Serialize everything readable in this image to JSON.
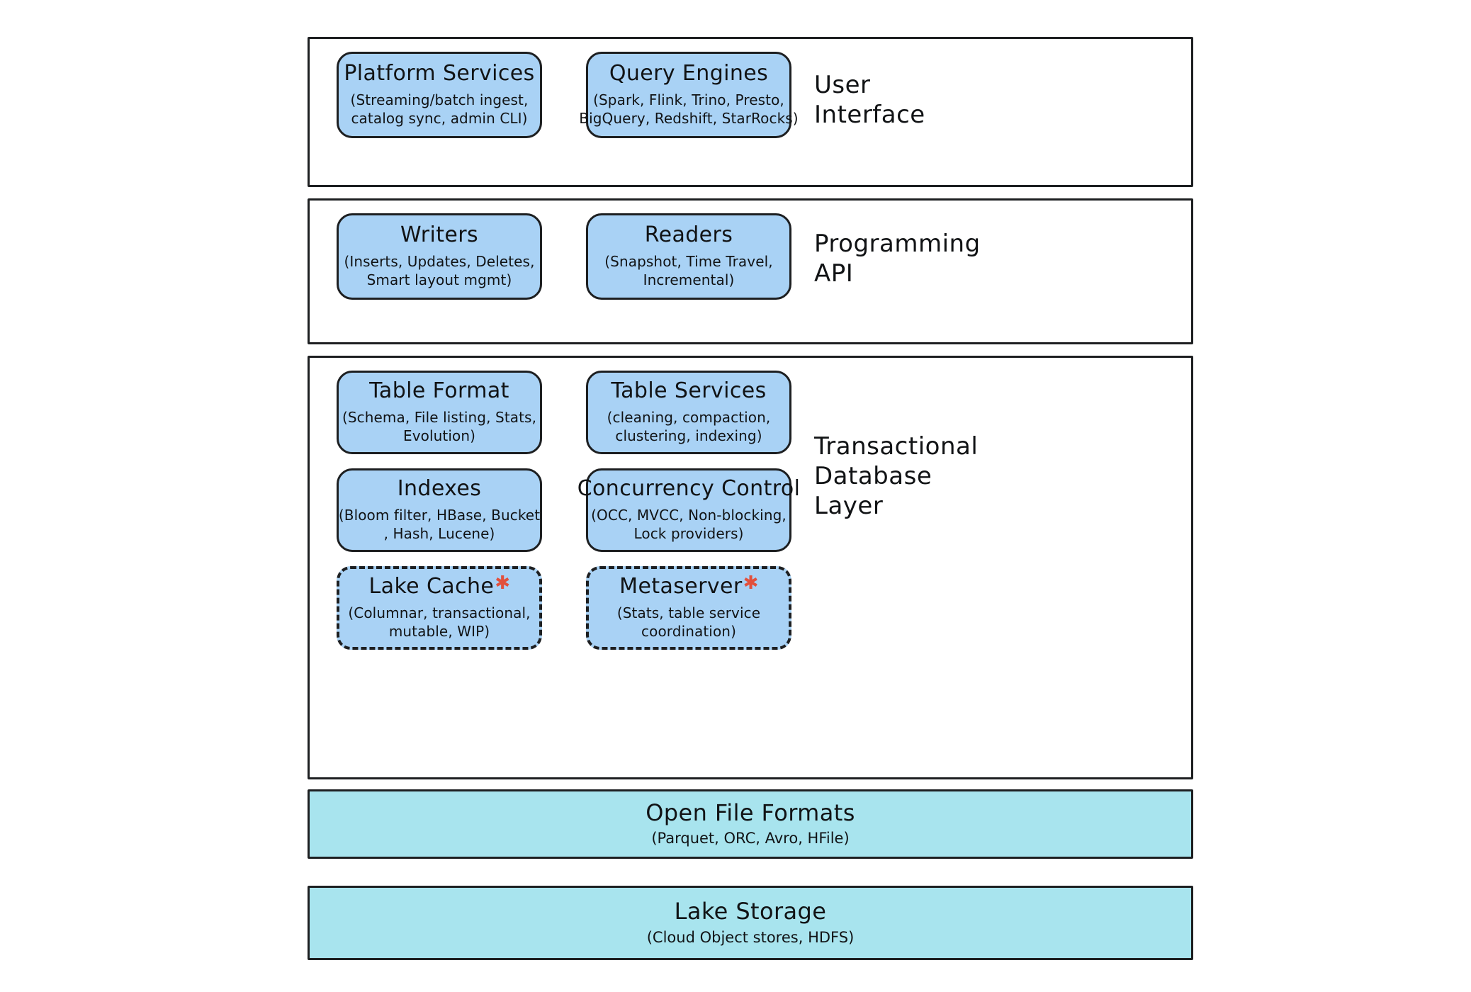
{
  "diagram": {
    "title": "Lakehouse architecture stack",
    "colors": {
      "node_fill": "#a9d2f5",
      "bar_fill": "#a8e4ee",
      "stroke": "#1d1f21",
      "accent_star": "#e2503c"
    },
    "layers": [
      {
        "id": "user-interface",
        "caption": "User\nInterface",
        "nodes": [
          {
            "id": "platform-services",
            "title": "Platform Services",
            "subtitle": "(Streaming/batch ingest,\ncatalog sync, admin CLI)",
            "dashed": false,
            "starred": false
          },
          {
            "id": "query-engines",
            "title": "Query Engines",
            "subtitle": "(Spark, Flink, Trino, Presto,\nBigQuery, Redshift, StarRocks)",
            "dashed": false,
            "starred": false
          }
        ]
      },
      {
        "id": "programming-api",
        "caption": "Programming\nAPI",
        "nodes": [
          {
            "id": "writers",
            "title": "Writers",
            "subtitle": "(Inserts, Updates, Deletes,\nSmart layout mgmt)",
            "dashed": false,
            "starred": false
          },
          {
            "id": "readers",
            "title": "Readers",
            "subtitle": "(Snapshot, Time Travel,\nIncremental)",
            "dashed": false,
            "starred": false
          }
        ]
      },
      {
        "id": "transactional-database-layer",
        "caption": "Transactional\nDatabase\nLayer",
        "nodes": [
          {
            "id": "table-format",
            "title": "Table Format",
            "subtitle": "(Schema, File listing, Stats,\nEvolution)",
            "dashed": false,
            "starred": false
          },
          {
            "id": "table-services",
            "title": "Table Services",
            "subtitle": "(cleaning, compaction,\nclustering, indexing)",
            "dashed": false,
            "starred": false
          },
          {
            "id": "indexes",
            "title": "Indexes",
            "subtitle": "(Bloom filter, HBase, Bucket\n, Hash, Lucene)",
            "dashed": false,
            "starred": false
          },
          {
            "id": "concurrency-control",
            "title": "Concurrency Control",
            "subtitle": "(OCC, MVCC, Non-blocking,\nLock providers)",
            "dashed": false,
            "starred": false
          },
          {
            "id": "lake-cache",
            "title": "Lake Cache",
            "subtitle": "(Columnar, transactional,\nmutable, WIP)",
            "dashed": true,
            "starred": true,
            "star": "✱"
          },
          {
            "id": "metaserver",
            "title": "Metaserver",
            "subtitle": "(Stats, table service\ncoordination)",
            "dashed": true,
            "starred": true,
            "star": "✱"
          }
        ]
      }
    ],
    "bars": [
      {
        "id": "open-file-formats",
        "title": "Open File Formats",
        "subtitle": "(Parquet, ORC, Avro, HFile)"
      },
      {
        "id": "lake-storage",
        "title": "Lake Storage",
        "subtitle": "(Cloud Object stores, HDFS)"
      }
    ]
  }
}
